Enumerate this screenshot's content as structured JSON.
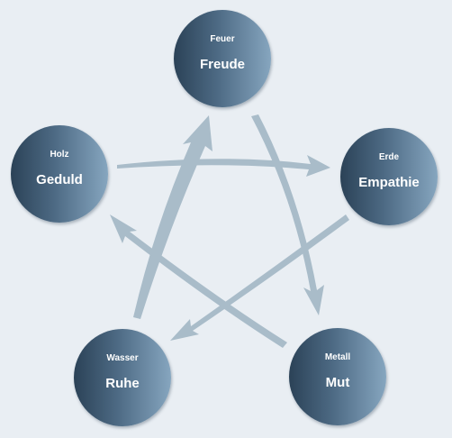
{
  "elements": {
    "feuer": {
      "name": "Feuer",
      "quality": "Freude"
    },
    "erde": {
      "name": "Erde",
      "quality": "Empathie"
    },
    "holz": {
      "name": "Holz",
      "quality": "Geduld"
    },
    "wasser": {
      "name": "Wasser",
      "quality": "Ruhe"
    },
    "metall": {
      "name": "Metall",
      "quality": "Mut"
    }
  },
  "colors": {
    "background": "#e9eef3",
    "arrow": "#a9bcc9",
    "circle_dark": "#2b4257",
    "circle_light": "#86a6bf",
    "text": "#ffffff"
  }
}
